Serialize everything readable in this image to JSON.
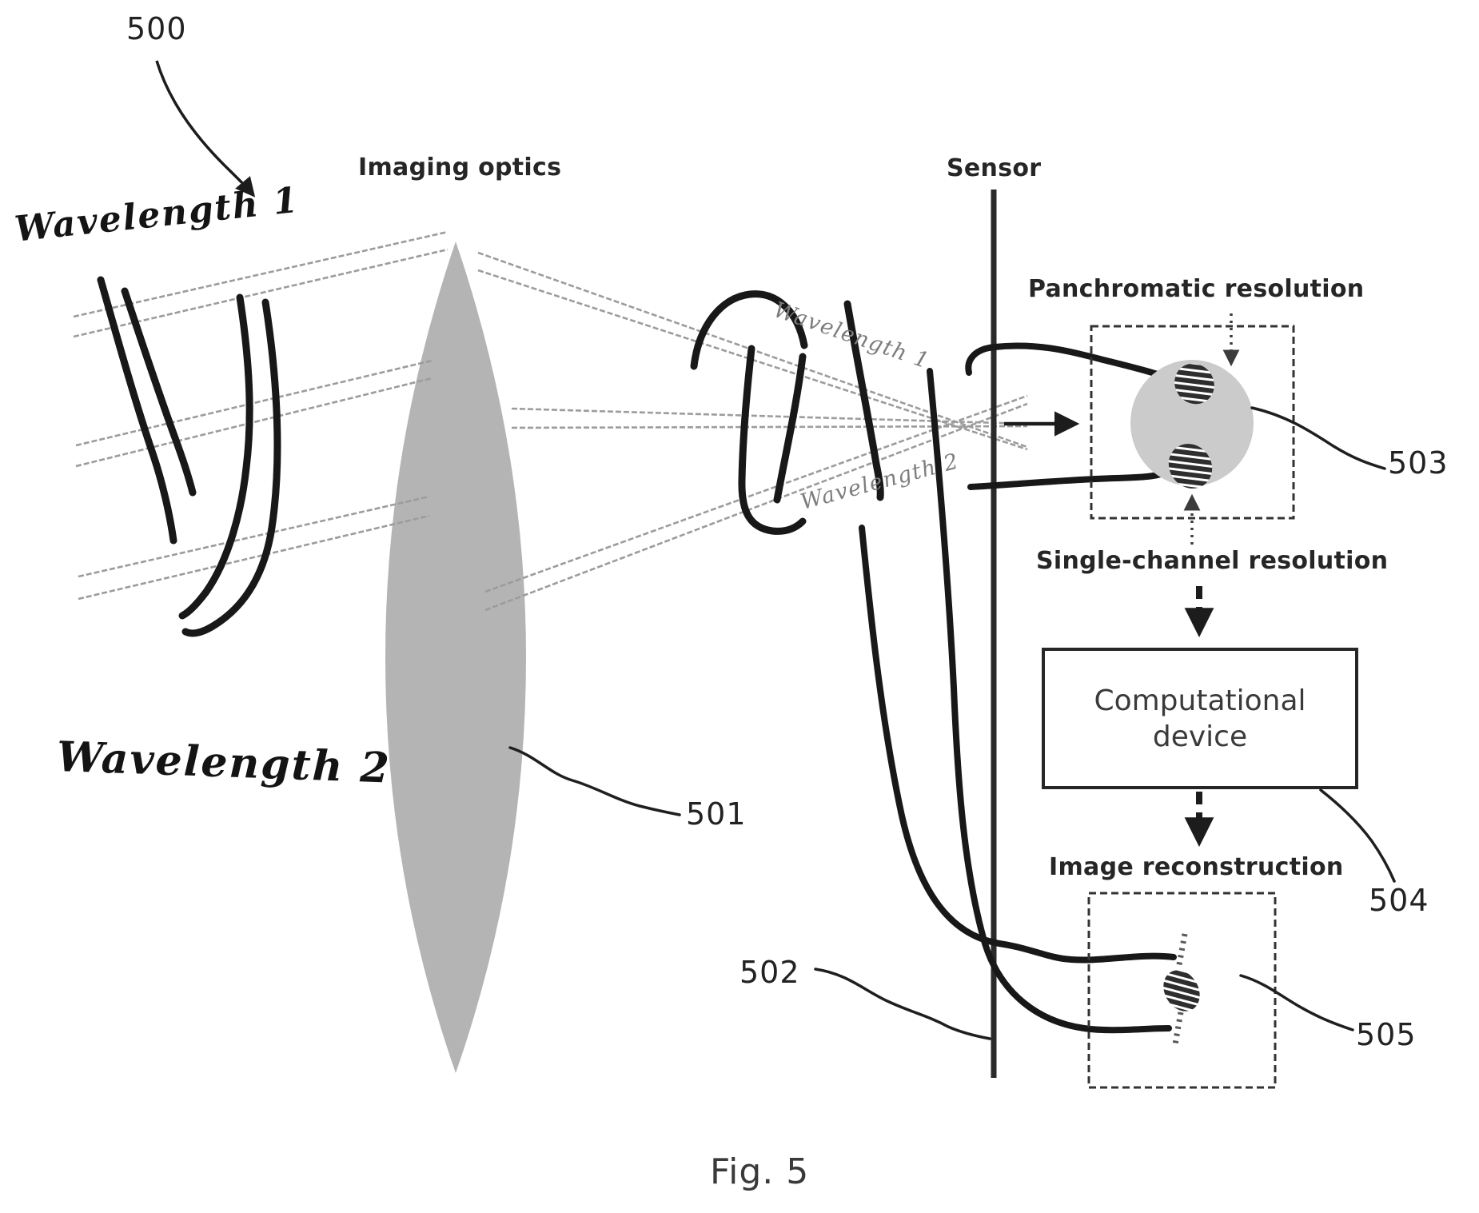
{
  "figure": {
    "caption": "Fig. 5",
    "reference_numbers": {
      "system": "500",
      "imaging_optics": "501",
      "sensor": "502",
      "panchromatic": "503",
      "computational_device": "504",
      "image_reconstruction": "505"
    },
    "labels": {
      "imaging_optics": "Imaging optics",
      "sensor": "Sensor",
      "panchromatic_resolution": "Panchromatic resolution",
      "single_channel_resolution": "Single-channel resolution",
      "computational_device": "Computational device",
      "image_reconstruction": "Image reconstruction",
      "wavelength1": "Wavelength 1",
      "wavelength2": "Wavelength 2"
    },
    "colors": {
      "ink": "#1c1c1c",
      "lens_fill": "#b4b4b4",
      "spot_fill": "#cbcbcb",
      "hatch_dark": "#2e2e2e",
      "ray_gray": "#9c9c9c",
      "label_gray": "#3a3a3a"
    }
  }
}
